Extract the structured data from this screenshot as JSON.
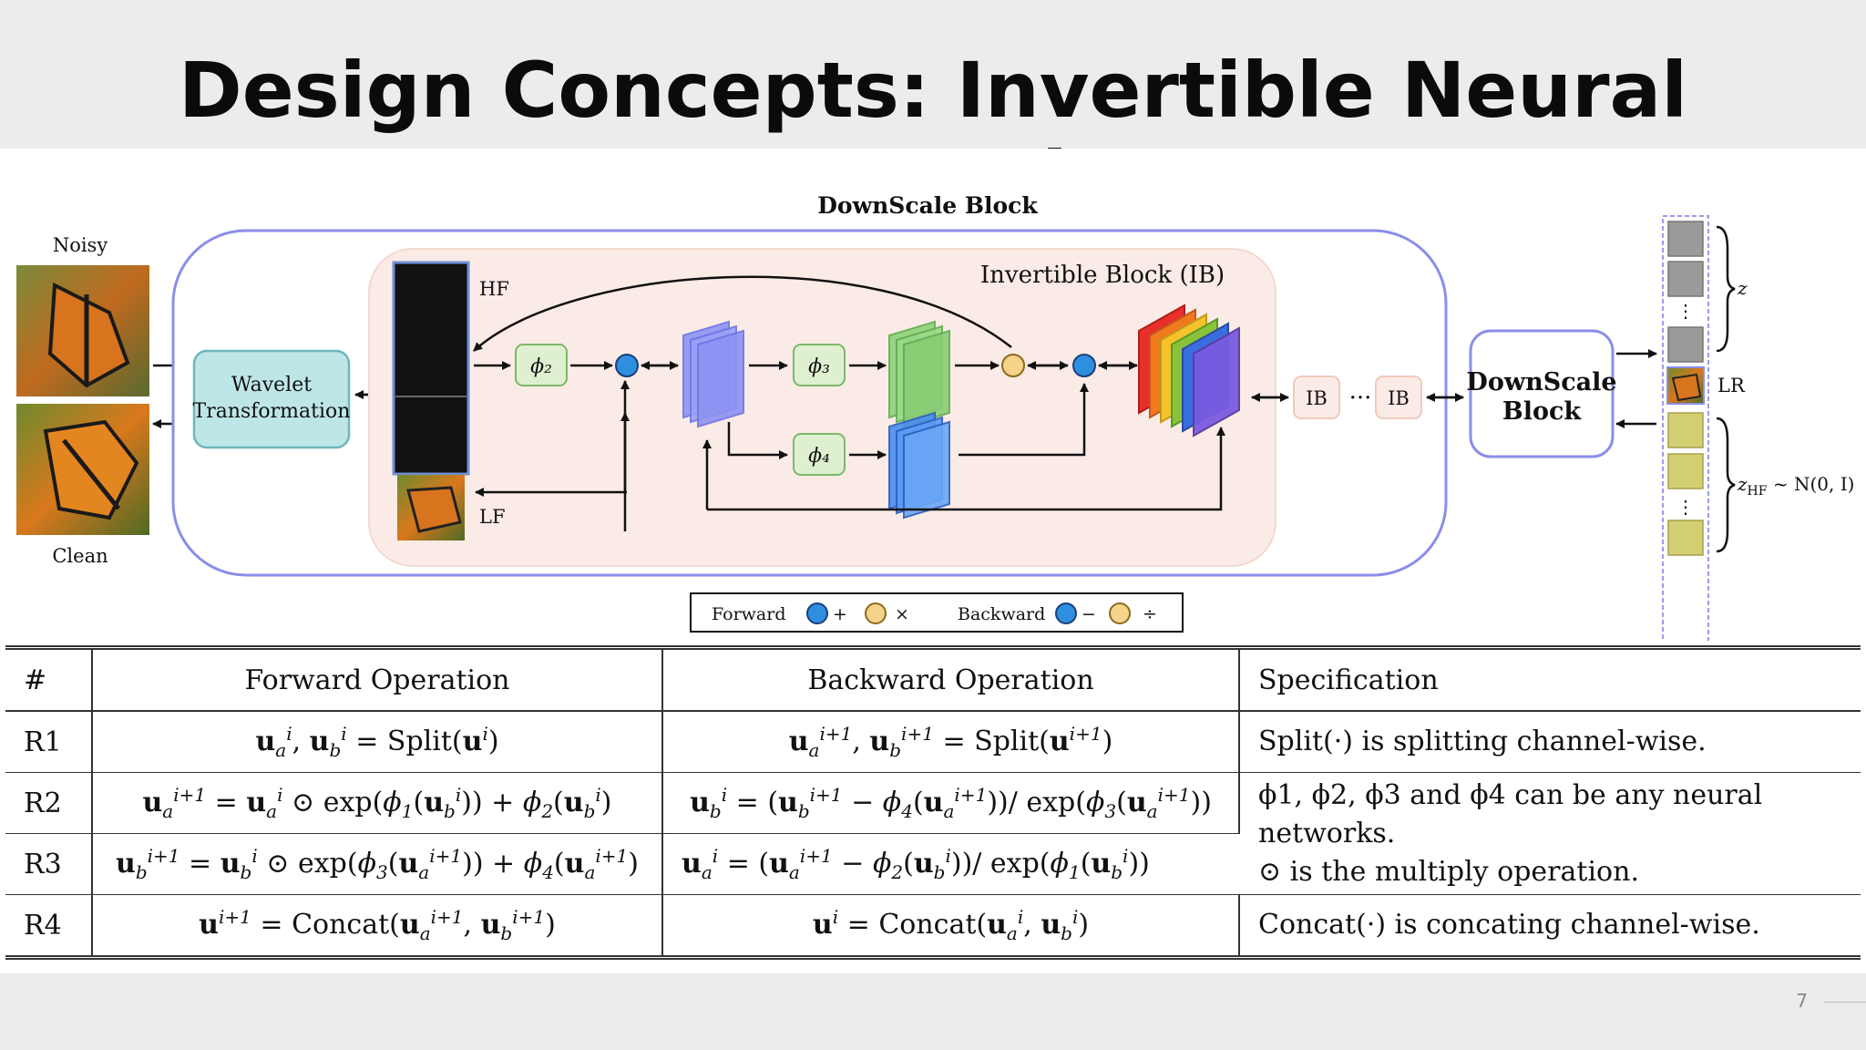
{
  "slide": {
    "title": "Design Concepts: Invertible Neural Networks",
    "page_number": "7"
  },
  "diagram": {
    "downscale_block_title": "DownScale Block",
    "invertible_block_title": "Invertible Block (IB)",
    "noisy_label": "Noisy",
    "clean_label": "Clean",
    "wavelet_line1": "Wavelet",
    "wavelet_line2": "Transformation",
    "hf_label": "HF",
    "lf_label": "LF",
    "phi2": "ϕ₂",
    "phi3": "ϕ₃",
    "phi4": "ϕ₄",
    "ib1": "IB",
    "ib_dots": "···",
    "ib2": "IB",
    "downscale_line1": "DownScale",
    "downscale_line2": "Block",
    "z_label": "z",
    "lr_label": "LR",
    "zhf_label": "z",
    "zhf_sub": "HF",
    "zhf_dist": " ~ N(0, I)",
    "legend": {
      "forward": "Forward",
      "backward": "Backward",
      "plus": "+",
      "times": "×",
      "minus": "−",
      "divide": "÷"
    },
    "colors": {
      "add_node": "#2e8ee0",
      "mul_node": "#f5d38a",
      "frame_border": "#8a8ee8",
      "ib_fill": "#fbebe6",
      "wavelet_fill": "#bfe6e6",
      "phi_fill": "#dff0d0"
    }
  },
  "table": {
    "headers": [
      "#",
      "Forward Operation",
      "Backward Operation",
      "Specification"
    ],
    "rows": [
      {
        "id": "R1",
        "spec": "Split(·) is splitting channel-wise."
      },
      {
        "id": "R2",
        "spec_line1": "ϕ1, ϕ2, ϕ3 and ϕ4 can be any neural networks.",
        "spec_line2": "⊙ is the multiply operation."
      },
      {
        "id": "R3"
      },
      {
        "id": "R4",
        "spec": "Concat(·) is concating channel-wise."
      }
    ]
  }
}
